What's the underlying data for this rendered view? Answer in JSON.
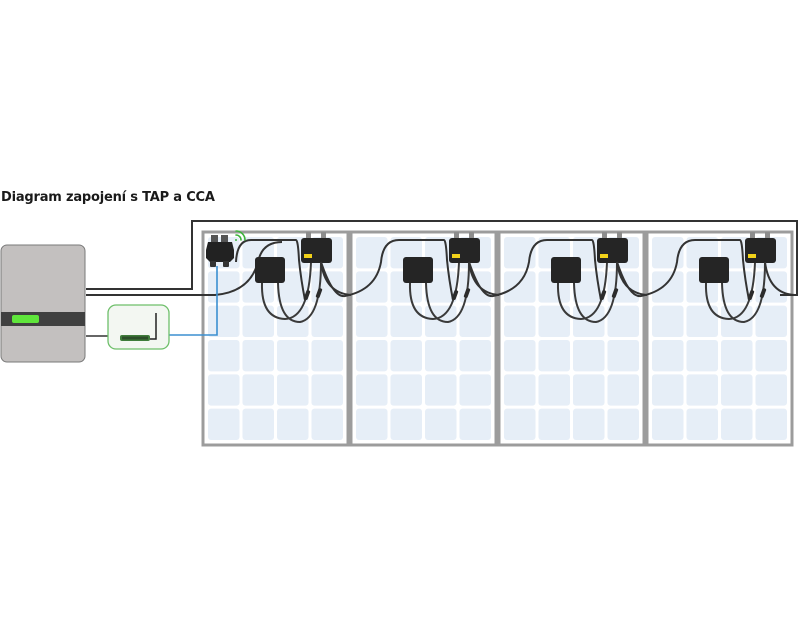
{
  "title": "Diagram zapojení s TAP a CCA",
  "colors": {
    "cable": "#333333",
    "data_cable": "#3b8fd0",
    "panel_frame": "#9c9c9c",
    "panel_cell": "#e6eef7",
    "panel_gap": "#ffffff",
    "inverter_body": "#c3c0bf",
    "inverter_band": "#404040",
    "inverter_led": "#5fe63b",
    "gateway_border": "#6ebf6a",
    "gateway_bg": "#f3f7f2",
    "wifi": "#3db33a",
    "optimizer_body": "#252525",
    "optimizer_label": "#f2d21a"
  },
  "components": {
    "inverter": {
      "name": "inverter",
      "led_state": "on"
    },
    "gateway": {
      "name": "CCA"
    },
    "tap": {
      "name": "TAP",
      "wireless": true
    },
    "panels": [
      {
        "index": 1,
        "has_tap": true
      },
      {
        "index": 2,
        "has_tap": false
      },
      {
        "index": 3,
        "has_tap": false
      },
      {
        "index": 4,
        "has_tap": false
      }
    ],
    "panel_grid": {
      "columns": 4,
      "rows": 6
    }
  }
}
